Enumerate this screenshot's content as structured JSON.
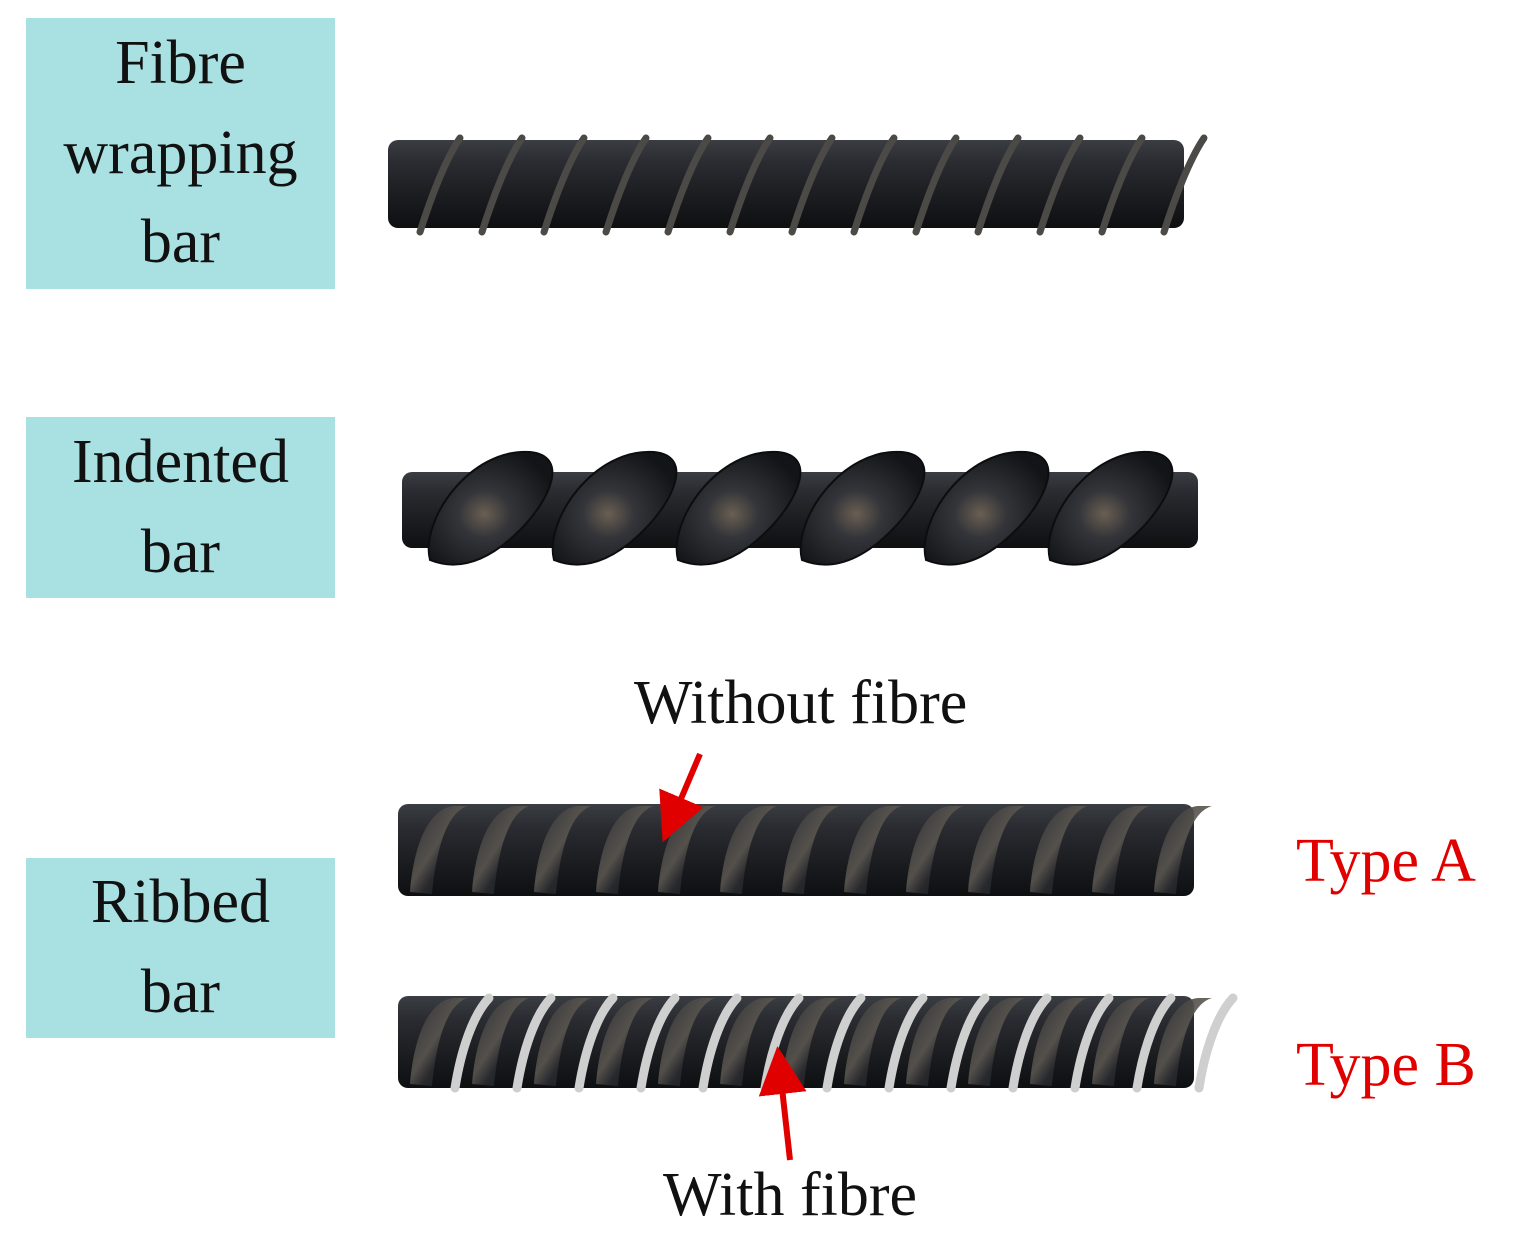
{
  "labels": {
    "fibre_wrapping": [
      "Fibre",
      "wrapping",
      "bar"
    ],
    "indented": [
      "Indented",
      "bar"
    ],
    "ribbed": [
      "Ribbed",
      "bar"
    ]
  },
  "annotations": {
    "without_fibre": "Without fibre",
    "with_fibre": "With fibre"
  },
  "types": {
    "type_a": "Type A",
    "type_b": "Type B"
  },
  "colors": {
    "label_box": "#a9e1e3",
    "bar_body": "#1e2024",
    "fibre_wrap": "#cfcfcf",
    "type_text": "#e00000",
    "arrow": "#e00000"
  }
}
